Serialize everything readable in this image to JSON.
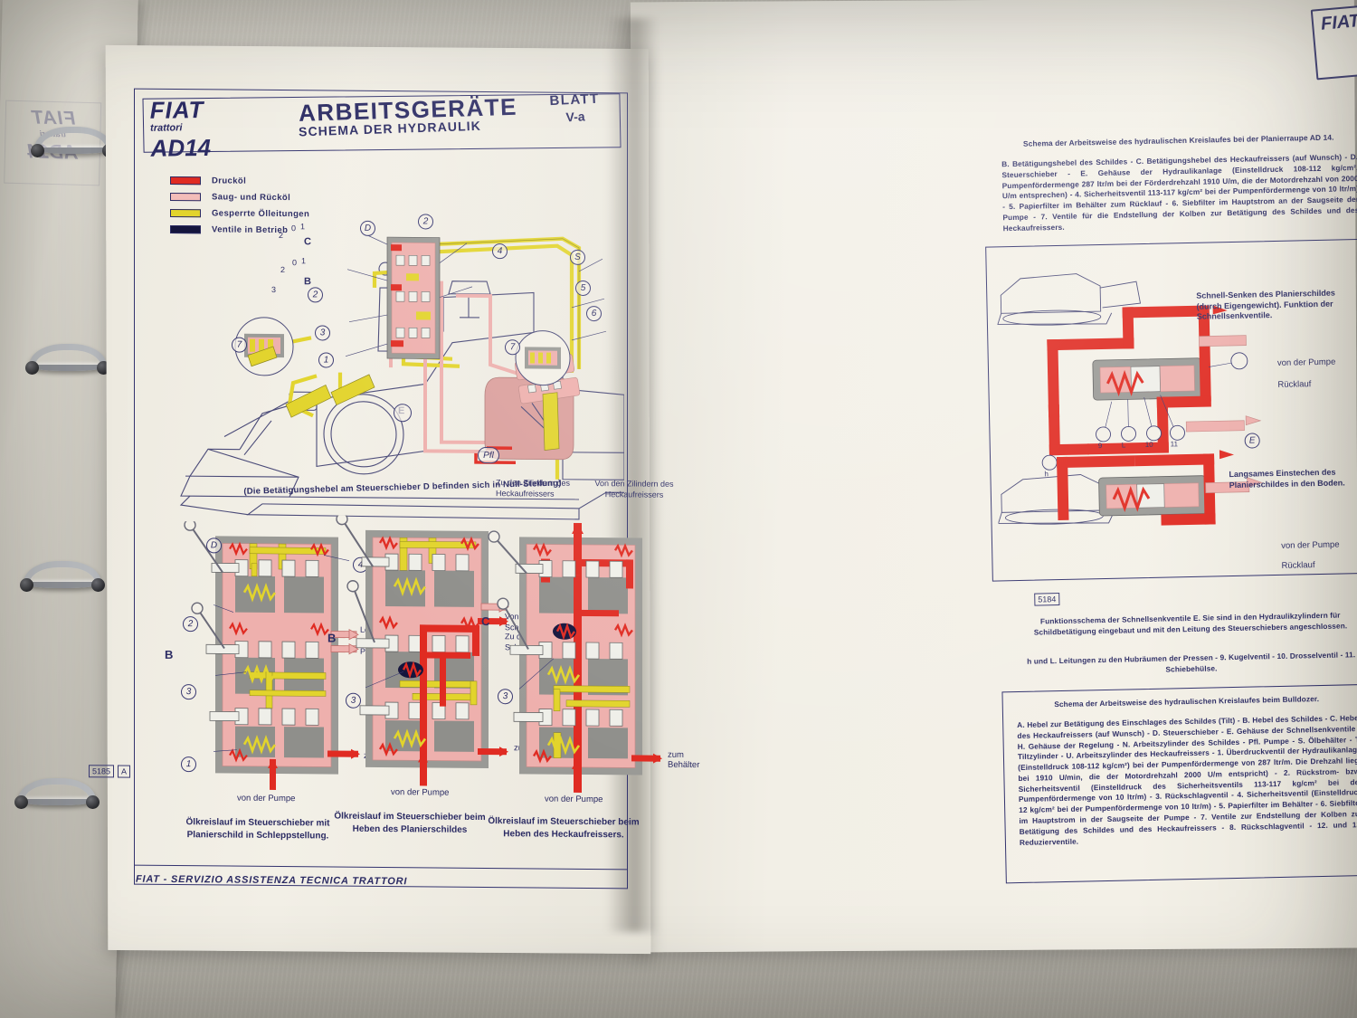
{
  "document": {
    "brand": "FIAT",
    "brand_sub": "trattori",
    "model": "AD14",
    "title": "ARBEITSGERÄTE",
    "subtitle": "SCHEMA DER HYDRAULIK",
    "sheet_label": "BLATT",
    "sheet_number": "V-a",
    "footer": "FIAT - SERVIZIO ASSISTENZA TECNICA TRATTORI",
    "figure_code": "5185",
    "figure_letter": "A",
    "figure_code_right": "5184"
  },
  "legend": {
    "items": [
      {
        "label": "Drucköl",
        "color": "#e02b22"
      },
      {
        "label": "Saug- und Rücköl",
        "color": "#f3bdb9"
      },
      {
        "label": "Gesperrte Ölleitungen",
        "color": "#e2d42c"
      },
      {
        "label": "Ventile in Betrieb",
        "color": "#15153d"
      }
    ]
  },
  "main_illustration": {
    "note": "(Die Betätigungshebel am Steuerschieber D befinden sich in Null-Stellung)",
    "callouts": [
      "1",
      "2",
      "3",
      "4",
      "5",
      "6"
    ],
    "letters": [
      "D",
      "S",
      "C",
      "B",
      "E",
      "Pfl"
    ],
    "small_marks": [
      "0",
      "1",
      "2",
      "3"
    ]
  },
  "diagrams": [
    {
      "id": "diagram-a",
      "caption_line1": "Ölkreislauf im Steuerschieber mit",
      "caption_line2": "Planierschild in Schleppstellung.",
      "lever_letters": [
        "D",
        "B"
      ],
      "callouts": [
        "1",
        "2",
        "3",
        "4"
      ],
      "port_label": "Leitungen\nzu den Zylindern des\nPlanierschildes",
      "tank_label": "zum Behälter",
      "pump_label": "von der Pumpe"
    },
    {
      "id": "diagram-b",
      "caption_line1": "Ölkreislauf im Steuerschieber beim",
      "caption_line2": "Heben des Planierschildes",
      "lever_letters": [
        "B"
      ],
      "callouts": [
        "3"
      ],
      "port_label_from": "Von den\nSchildbetätigungs-Zilindern",
      "port_label_to": "Zu den\nSchildbetätigungs-Zilindern",
      "tank_label": "zum Behälter",
      "pump_label": "von der Pumpe"
    },
    {
      "id": "diagram-c",
      "caption_line1": "Ölkreislauf im Steuerschieber beim",
      "caption_line2": "Heben des Heckaufreissers.",
      "lever_letters": [
        "C"
      ],
      "callouts": [
        "3"
      ],
      "top_label_to": "Zu den Zilindern des\nHeckaufreissers",
      "top_label_from": "Von den Zilindern des\nHeckaufreissers",
      "tank_label": "zum Behälter",
      "pump_label": "von der Pumpe"
    }
  ],
  "right_page": {
    "top_block": {
      "heading": "Schema der Arbeitsweise des hydraulischen Kreislaufes bei der Planierraupe AD 14.",
      "body": "B. Betätigungshebel des Schildes - C. Betätigungshebel des Heckaufreissers (auf Wunsch) - D. Steuerschieber - E. Gehäuse der Hydraulikanlage (Einstelldruck 108-112 kg/cm², Pumpenfördermenge 287 ltr/m bei der Förderdrehzahl 1910 U/m, die der Motordrehzahl von 2000 U/m entsprechen) - 4. Sicherheitsventil 113-117 kg/cm² bei der Pumpenfördermenge von 10 ltr/m) - 5. Papierfilter im Behälter zum Rücklauf - 6. Siebfilter im Hauptstrom an der Saugseite der Pumpe - 7. Ventile für die Endstellung der Kolben zur Betätigung des Schildes und des Heckaufreissers."
    },
    "fast_lower_caption": "Schnell-Senken des Planierschildes (durch Eigengewicht). Funktion der Schnellsenkventile.",
    "slow_entry_caption": "Langsames Einstechen des Planierschildes in den Boden.",
    "mid_block": "Funktionsschema der Schnellsenkventile E. Sie sind in den Hydraulikzylindern für Schildbetätigung eingebaut und mit den Leitung des Steuerschiebers angeschlossen.",
    "mid_block2": "h und L. Leitungen zu den Hubräumen der Pressen - 9. Kugelventil - 10. Drosselventil - 11. Schiebehülse.",
    "bottom_block": {
      "heading": "Schema der Arbeitsweise des hydraulischen Kreislaufes beim Bulldozer.",
      "body": "A. Hebel zur Betätigung des Einschlages des Schildes (Tilt) - B. Hebel des Schildes - C. Hebel des Heckaufreissers (auf Wunsch) - D. Steuerschieber - E. Gehäuse der Schnellsenkventile - H. Gehäuse der Regelung - N. Arbeitszylinder des Schildes - Pfl. Pumpe - S. Ölbehälter - T. Tiltzylinder - U. Arbeitszylinder des Heckaufreissers - 1. Überdruckventil der Hydraulikanlage (Einstelldruck 108-112 kg/cm²) bei der Pumpenfördermenge von 287 ltr/m. Die Drehzahl liegt bei 1910 U/min, die der Motordrehzahl 2000 U/m entspricht) - 2. Rückstrom- bzw. Sicherheitsventil (Einstelldruck des Sicherheitsventils 113-117 kg/cm² bei der Pumpenfördermenge von 10 ltr/m) - 3. Rückschlagventil - 4. Sicherheitsventil (Einstelldruck 12 kg/cm² bei der Pumpenfördermenge von 10 ltr/m) - 5. Papierfilter im Behälter - 6. Siebfilter im Hauptstrom in der Saugseite der Pumpe - 7. Ventile zur Endstellung der Kolben zur Betätigung des Schildes und des Heckaufreissers - 8. Rückschlagventil - 12. und 13. Reduzierventile."
    },
    "pump_label": "von der Pumpe",
    "return_label": "Rücklauf",
    "valve_letter": "E",
    "valve_numbers": [
      "9",
      "L",
      "10",
      "11"
    ],
    "marker_h": "h"
  },
  "binder": {
    "bleed_brand": "FIAT",
    "bleed_sub": "trattori",
    "bleed_model": "AD14"
  },
  "next_page": {
    "brand_partial": "FIAT"
  },
  "colors": {
    "ink": "#2b2b63",
    "pressure_oil": "#e02b22",
    "return_oil": "#f3bdb9",
    "blocked_oil": "#e2d42c",
    "active_valve": "#15153d",
    "paper": "#f3f0e7"
  }
}
